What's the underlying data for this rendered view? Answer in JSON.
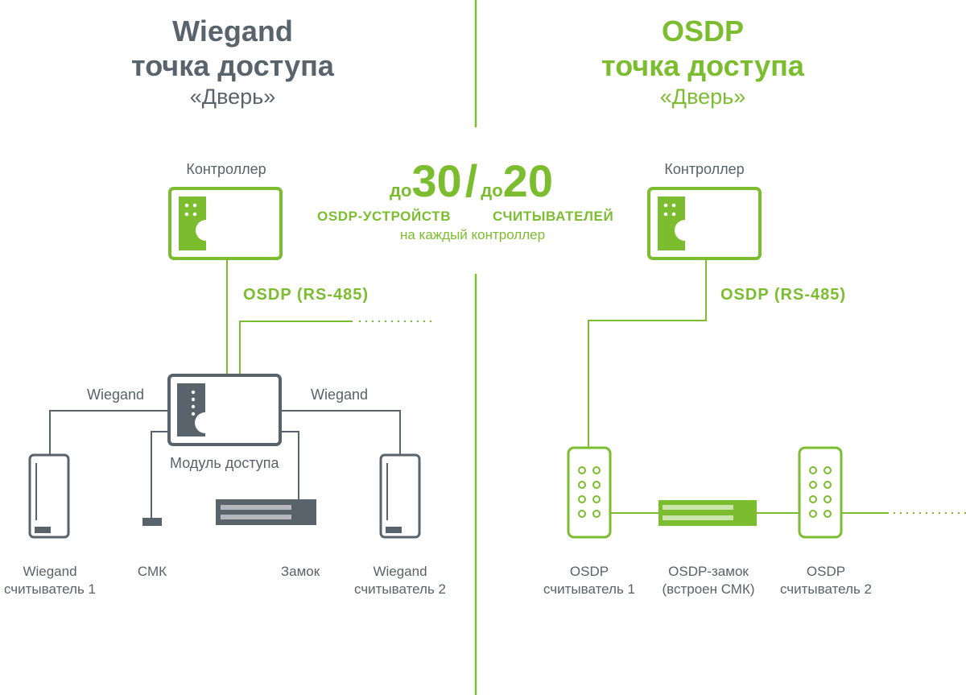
{
  "colors": {
    "green": "#7cbd2f",
    "gray": "#59636c",
    "light_gray": "#9aa1a8"
  },
  "wiegand": {
    "title": "Wiegand",
    "subtitle": "точка доступа",
    "door": "«Дверь»",
    "controller": "Контроллер",
    "bus": "OSDP (RS-485)",
    "wiegand_left": "Wiegand",
    "wiegand_right": "Wiegand",
    "module": "Модуль доступа",
    "reader1": "Wiegand\nсчитыватель 1",
    "smk": "СМК",
    "lock": "Замок",
    "reader2": "Wiegand\nсчитыватель 2"
  },
  "osdp": {
    "title": "OSDP",
    "subtitle": "точка доступа",
    "door": "«Дверь»",
    "controller": "Контроллер",
    "bus": "OSDP (RS-485)",
    "reader1": "OSDP\nсчитыватель 1",
    "lock": "OSDP-замок\n(встроен СМК)",
    "reader2": "OSDP\nсчитыватель 2"
  },
  "center": {
    "prefix1": "до",
    "devices_count": "30",
    "slash": "/",
    "prefix2": "до",
    "readers_count": "20",
    "devices_label": "OSDP-УСТРОЙСТВ",
    "readers_label": "СЧИТЫВАТЕЛЕЙ",
    "per_controller": "на каждый контроллер"
  }
}
